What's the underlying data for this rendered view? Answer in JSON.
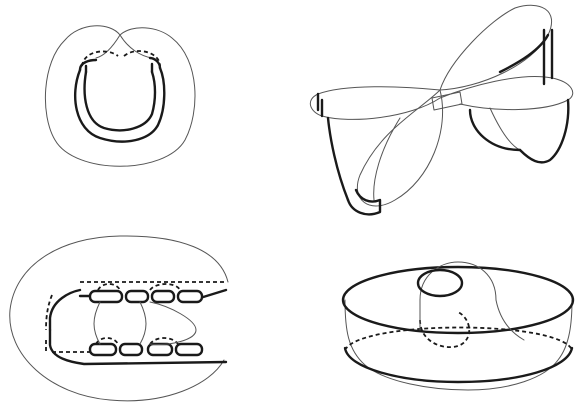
{
  "figure": {
    "panels": [
      {
        "name": "top-left"
      },
      {
        "name": "top-right"
      },
      {
        "name": "bottom-left"
      },
      {
        "name": "bottom-right"
      }
    ]
  },
  "colors": {
    "background": "#ffffff",
    "stroke": "#1a1a1a",
    "thin_stroke": "#555555"
  }
}
